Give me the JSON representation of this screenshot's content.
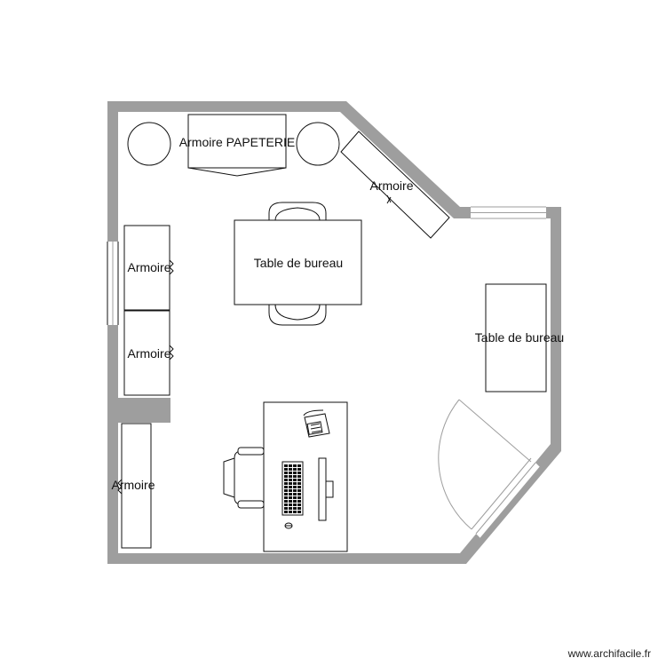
{
  "labels": {
    "armoire_papeterie": "Armoire PAPETERIE",
    "armoire_diagonal": "Armoire",
    "armoire_left_top": "Armoire",
    "armoire_left_mid": "Armoire",
    "armoire_left_bottom": "Armoire",
    "table_center": "Table de bureau",
    "table_right": "Table de bureau"
  },
  "watermark": "www.archifacile.fr",
  "colors": {
    "wall": "#9e9e9e",
    "line": "#111111",
    "window": "#9e9e9e"
  }
}
